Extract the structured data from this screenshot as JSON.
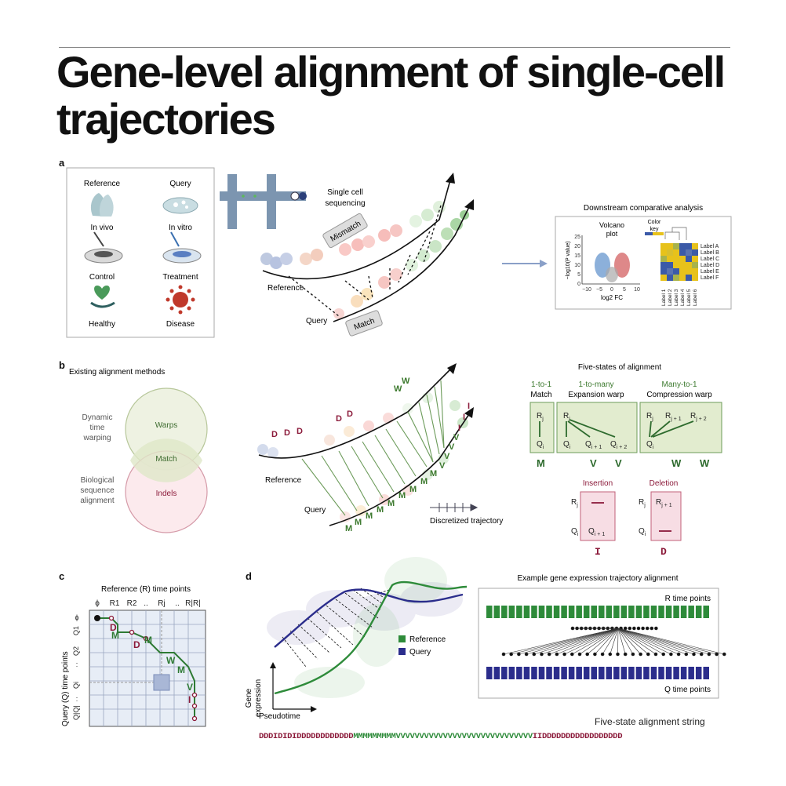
{
  "title": "Gene-level alignment of single-cell trajectories",
  "panel_a": {
    "label": "a",
    "conditions": [
      {
        "left": "Reference",
        "right": "Query"
      },
      {
        "left": "In vivo",
        "right": "In vitro"
      },
      {
        "left": "Control",
        "right": "Treatment"
      },
      {
        "left": "Healthy",
        "right": "Disease"
      }
    ],
    "sequencing": "Single cell\nsequencing",
    "sequencing_l1": "Single cell",
    "sequencing_l2": "sequencing",
    "mismatch": "Mismatch",
    "match": "Match",
    "reference": "Reference",
    "query": "Query",
    "downstream": "Downstream comparative analysis",
    "volcano_l1": "Volcano",
    "volcano_l2": "plot",
    "color_key_l1": "Color",
    "color_key_l2": "key",
    "volcano_ylabel": "−log10(P value)",
    "volcano_xlabel": "log2 FC",
    "volcano_yticks": [
      "25",
      "20",
      "15",
      "10",
      "5",
      "0"
    ],
    "volcano_xticks": [
      "−10",
      "−5",
      "0",
      "5",
      "10"
    ],
    "heatmap_row_labels": [
      "Label A",
      "Label B",
      "Label C",
      "Label D",
      "Label E",
      "Label F"
    ],
    "heatmap_col_labels": [
      "Label 1",
      "Label 2",
      "Label 3",
      "Label 4",
      "Label 5",
      "Label 6"
    ]
  },
  "panel_b": {
    "label": "b",
    "existing": "Existing alignment methods",
    "dtw_l1": "Dynamic",
    "dtw_l2": "time",
    "dtw_l3": "warping",
    "bio_l1": "Biological",
    "bio_l2": "sequence",
    "bio_l3": "alignment",
    "warps": "Warps",
    "match": "Match",
    "indels": "Indels",
    "reference": "Reference",
    "query": "Query",
    "discretized": "Discretized trajectory",
    "five_states": "Five-states of alignment",
    "one_to_one": "1-to-1",
    "one_to_one_sub": "Match",
    "one_to_many": "1-to-many",
    "one_to_many_sub": "Expansion warp",
    "many_to_one": "Many-to-1",
    "many_to_one_sub": "Compression warp",
    "insertion": "Insertion",
    "deletion": "Deletion",
    "sym_M": "M",
    "sym_V": "V",
    "sym_W": "W",
    "sym_I": "I",
    "sym_D": "D",
    "ref_states": [
      "D",
      "D",
      "D",
      "",
      "",
      "D",
      "D",
      "",
      "",
      "",
      "",
      "",
      "W",
      "W",
      "",
      "",
      ""
    ],
    "query_states": [
      "M",
      "M",
      "M",
      "M",
      "M",
      "M",
      "M",
      "M",
      "M",
      "V",
      "V",
      "V",
      "V",
      "I",
      "I",
      "I"
    ]
  },
  "panel_c": {
    "label": "c",
    "title": "Reference (R) time points",
    "ylabel": "Query (Q) time points",
    "col_heads": [
      "ϕ",
      "R1",
      "R2",
      "..",
      "Rj",
      "..",
      "R|R|"
    ],
    "row_heads": [
      "ϕ",
      "Q1",
      "Q2",
      ":",
      "Qi",
      ":",
      "Q|Q|"
    ]
  },
  "panel_d": {
    "label": "d",
    "legend_ref": "Reference",
    "legend_query": "Query",
    "ylabel_l1": "Gene",
    "ylabel_l2": "expression",
    "xlabel": "Pseudotime",
    "example_title": "Example gene expression trajectory alignment",
    "r_points": "R time points",
    "q_points": "Q time points",
    "five_state_string": "Five-state alignment string",
    "alignment_string": "DDDIDIDIDDDDDDDDDDDDMMMMMMMMMVVVVVVVVVVVVVVVVVVVVVVVVVVVVVIIDDDDDDDDDDDDDDDDD"
  },
  "colors": {
    "green": "#2e8b3a",
    "dark_green": "#2d6a2d",
    "crimson": "#8b1a3a",
    "navy": "#2b2d8c",
    "light_green_box": "#e2eccf",
    "pink_box": "#f7dde4"
  }
}
